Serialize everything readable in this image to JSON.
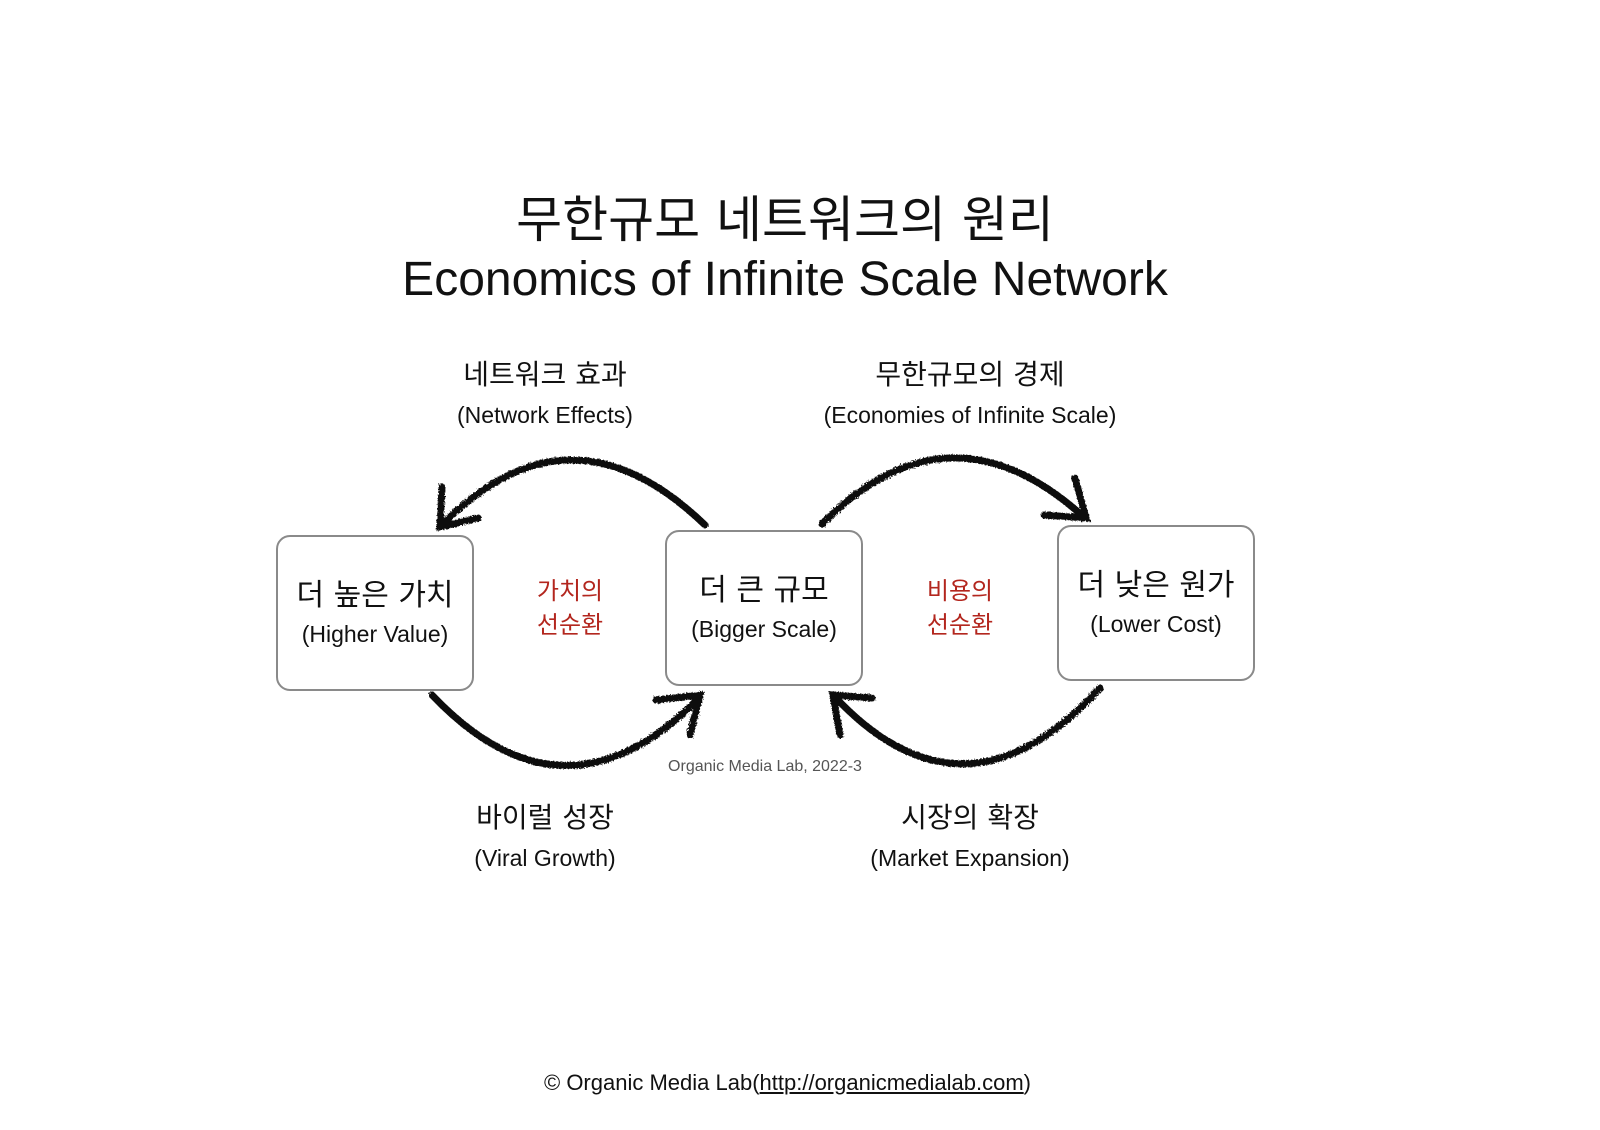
{
  "title": {
    "korean": "무한규모 네트워크의 원리",
    "english": "Economics of Infinite Scale Network"
  },
  "nodes": [
    {
      "korean": "더 높은 가치",
      "english": "(Higher Value)"
    },
    {
      "korean": "더 큰 규모",
      "english": "(Bigger Scale)"
    },
    {
      "korean": "더 낮은 원가",
      "english": "(Lower Cost)"
    }
  ],
  "cycles": [
    {
      "line1": "가치의",
      "line2": "선순환"
    },
    {
      "line1": "비용의",
      "line2": "선순환"
    }
  ],
  "edges": [
    {
      "korean": "네트워크 효과",
      "english": "(Network Effects)"
    },
    {
      "korean": "무한규모의 경제",
      "english": "(Economies of Infinite Scale)"
    },
    {
      "korean": "바이럴 성장",
      "english": "(Viral Growth)"
    },
    {
      "korean": "시장의 확장",
      "english": "(Market Expansion)"
    }
  ],
  "credit": "Organic Media Lab, 2022-3",
  "footer": {
    "prefix": "© Organic Media Lab(",
    "link": "http://organicmedialab.com",
    "suffix": ")"
  },
  "colors": {
    "cycle_text": "#b3261e",
    "box_border": "#8a8a8a",
    "arrow": "#111111"
  }
}
